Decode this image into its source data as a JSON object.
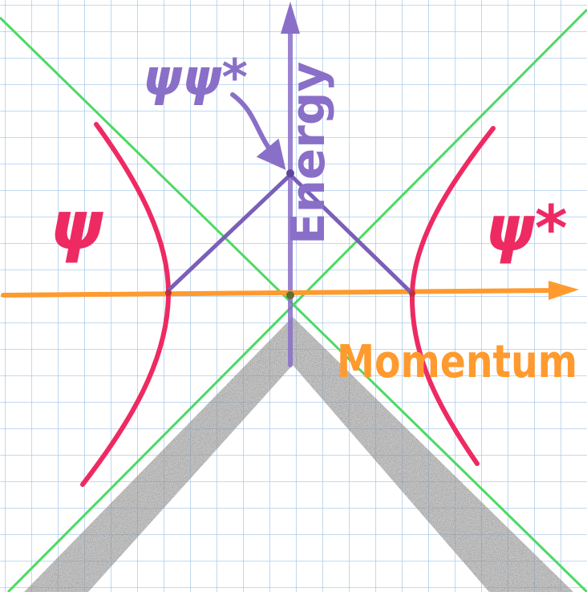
{
  "labels": {
    "psi_left": "ψ",
    "psi_right": "ψ*",
    "psi_product": "ψψ*",
    "energy_axis": "Energy",
    "momentum_axis": "Momentum"
  },
  "colors": {
    "paper": "#ffffff",
    "grid": "#9ec3e6",
    "lightcone": "#4cd964",
    "energy": "#8a6fc8",
    "momentum": "#ff9a2e",
    "psi": "#ee2a62",
    "shading": "#2b2b2b"
  }
}
